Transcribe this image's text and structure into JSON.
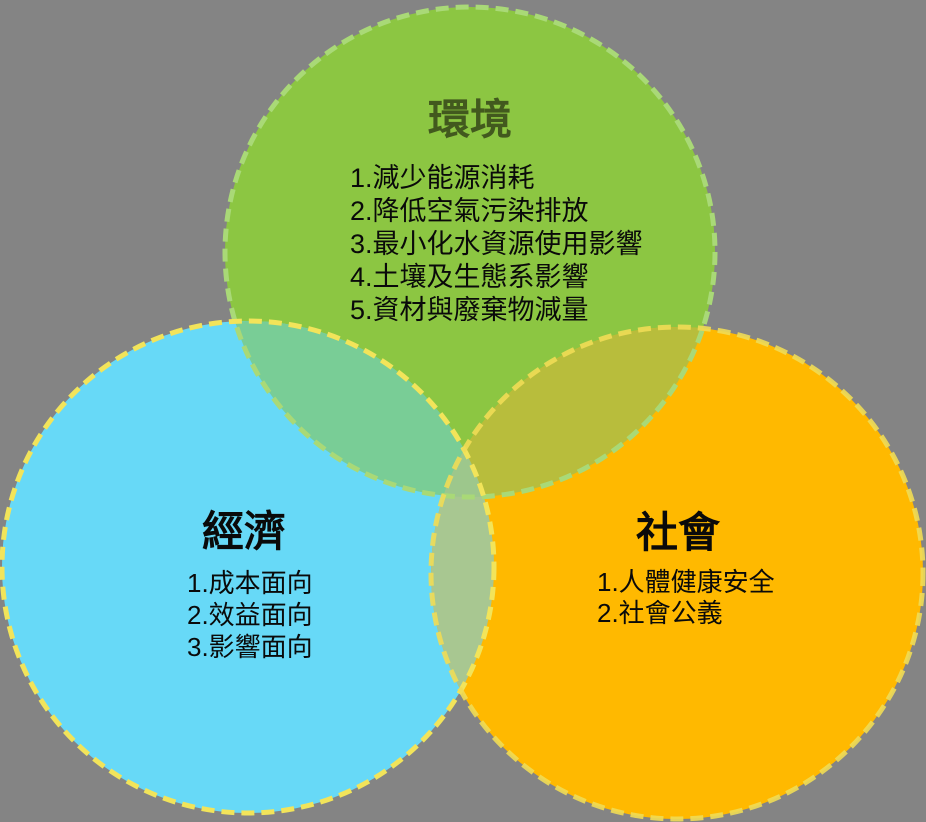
{
  "diagram": {
    "type": "venn-3-circle",
    "topic": "sustainability-dimensions",
    "background_color": "#848484",
    "circles": [
      {
        "id": "environment",
        "title": "環境",
        "title_color": "#42591E",
        "fill_color": "#8CC642",
        "border_color": "#A9D977",
        "border_style": "dashed",
        "items": [
          "1.減少能源消耗",
          "2.降低空氣污染排放",
          "3.最小化水資源使用影響",
          "4.土壤及生態系影響",
          "5.資材與廢棄物減量"
        ]
      },
      {
        "id": "economy",
        "title": "經濟",
        "title_color": "#0A0A0A",
        "fill_color": "#67D9F7",
        "border_color": "#F2E45A",
        "border_style": "dashed",
        "items": [
          "1.成本面向",
          "2.效益面向",
          "3.影響面向"
        ]
      },
      {
        "id": "society",
        "title": "社會",
        "title_color": "#0A0A0A",
        "fill_color": "#FFB900",
        "border_color": "#F0DC55",
        "border_style": "dashed",
        "items": [
          "1.人體健康安全",
          "2.社會公義"
        ]
      }
    ],
    "overlap_colors": {
      "environment_economy": "#79CD96",
      "environment_society": "#B8BD3C",
      "economy_society": "#A8C791",
      "all_three": "#9DC78C"
    }
  }
}
